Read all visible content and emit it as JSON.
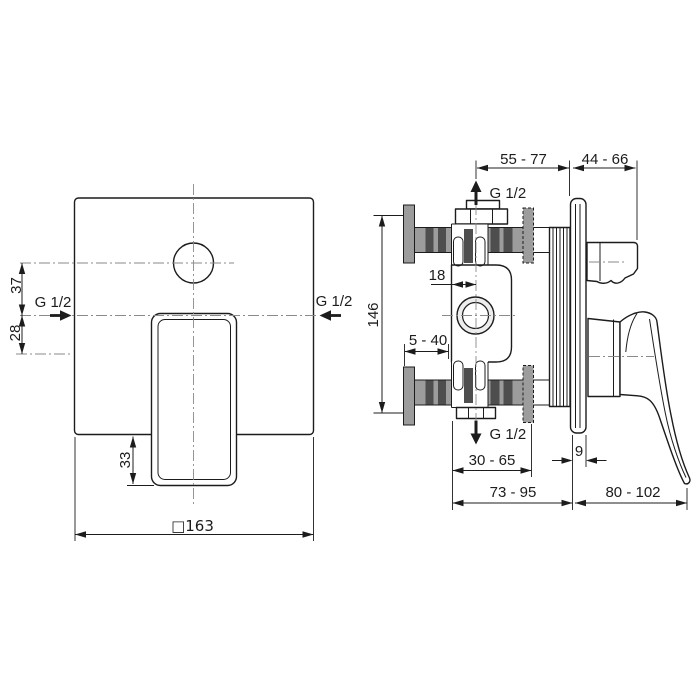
{
  "front_view": {
    "dims": {
      "d37": "37",
      "d28": "28",
      "d33": "33",
      "dside": "□163"
    },
    "ports": {
      "left": "G 1/2",
      "right": "G 1/2"
    }
  },
  "side_view": {
    "dims": {
      "d55_77": "55 - 77",
      "d44_66": "44 - 66",
      "d146": "146",
      "d18": "18",
      "d5_40": "5 - 40",
      "d30_65": "30 - 65",
      "d9": "9",
      "d73_95": "73 - 95",
      "d80_102": "80 - 102"
    },
    "ports": {
      "top": "G 1/2",
      "bottom": "G 1/2"
    }
  },
  "colors": {
    "line": "#1c1c1c",
    "gray": "#9c9c9c",
    "dark": "#4e4e4e",
    "centerline": "#8a8a8a",
    "background": "#ffffff"
  }
}
